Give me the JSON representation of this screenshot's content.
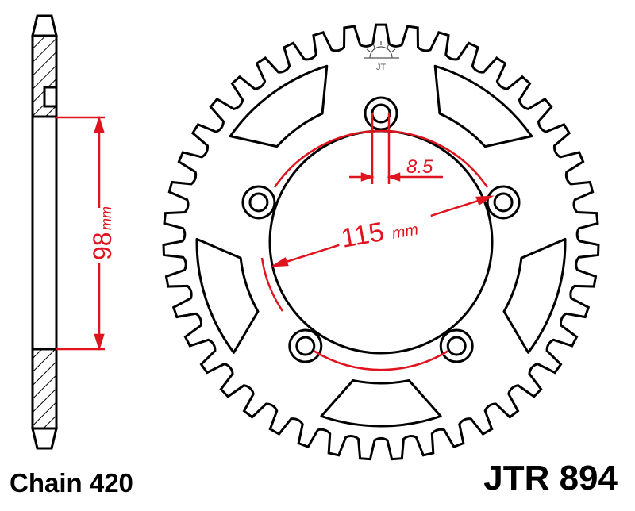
{
  "dimensions": {
    "hub_height_value": "98",
    "hub_height_unit": "mm",
    "bolt_circle_value": "115",
    "bolt_circle_unit": "mm",
    "bolt_hole_value": "8.5"
  },
  "labels": {
    "chain": "Chain 420",
    "part_number": "JTR 894"
  },
  "colors": {
    "outline": "#000000",
    "dimension": "#e0141e"
  },
  "logo": {
    "icon": "sunrise-logo-icon",
    "text": "JT"
  }
}
